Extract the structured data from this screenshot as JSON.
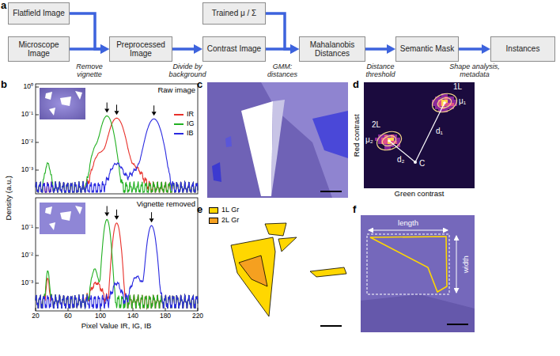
{
  "diagram": {
    "nodes": [
      {
        "text": [
          "Flatfield Image"
        ]
      },
      {
        "text": [
          "Microscope Image"
        ]
      },
      {
        "text": [
          "Preprocessed Image"
        ]
      },
      {
        "text": [
          "Trained μ / Σ"
        ]
      },
      {
        "text": [
          "Contrast Image"
        ]
      },
      {
        "text": [
          "Mahalanobis Distances"
        ]
      },
      {
        "text": [
          "Semantic Mask"
        ]
      },
      {
        "text": [
          "Instances"
        ]
      }
    ],
    "edges": [
      {
        "from": 0,
        "to": 2,
        "arrow": "to"
      },
      {
        "from": 1,
        "to": 2,
        "label": "Remove vignette",
        "arrow": "to"
      },
      {
        "from": 2,
        "to": 4,
        "label": "Divide by background",
        "arrow": "to"
      },
      {
        "from": 3,
        "to": 5,
        "arrow": "to"
      },
      {
        "from": 4,
        "to": 5,
        "label": "GMM: distances",
        "arrow": "to"
      },
      {
        "from": 5,
        "to": 6,
        "label": "Distance threshold",
        "arrow": "to"
      },
      {
        "from": 6,
        "to": 7,
        "label": "Shape analysis, metadata",
        "arrow": "to"
      }
    ],
    "labels": [
      "a",
      "b",
      "c",
      "d",
      "e",
      "f",
      "Raw image",
      "Vignette removed",
      "Density (a.u.)",
      "Pixel Value IR, IG, IB",
      "10⁰",
      "10⁻¹",
      "10⁻²",
      "10⁻³",
      "10⁻¹",
      "10⁻²",
      "10⁻³",
      "20",
      "60",
      "100",
      "140",
      "180",
      "220",
      "1L",
      "2L",
      "μ₁",
      "μ₂",
      "d₁",
      "d₂",
      "C",
      "Red contrast",
      "Green contrast",
      "length",
      "width"
    ],
    "legend": [
      {
        "text": "IR",
        "color": "#e8302a"
      },
      {
        "text": "IG",
        "color": "#22b022"
      },
      {
        "text": "IB",
        "color": "#2a2ae0"
      },
      {
        "text": "1L Gr",
        "color": "#ffd700"
      },
      {
        "text": "2L Gr",
        "color": "#f5a020"
      }
    ]
  }
}
